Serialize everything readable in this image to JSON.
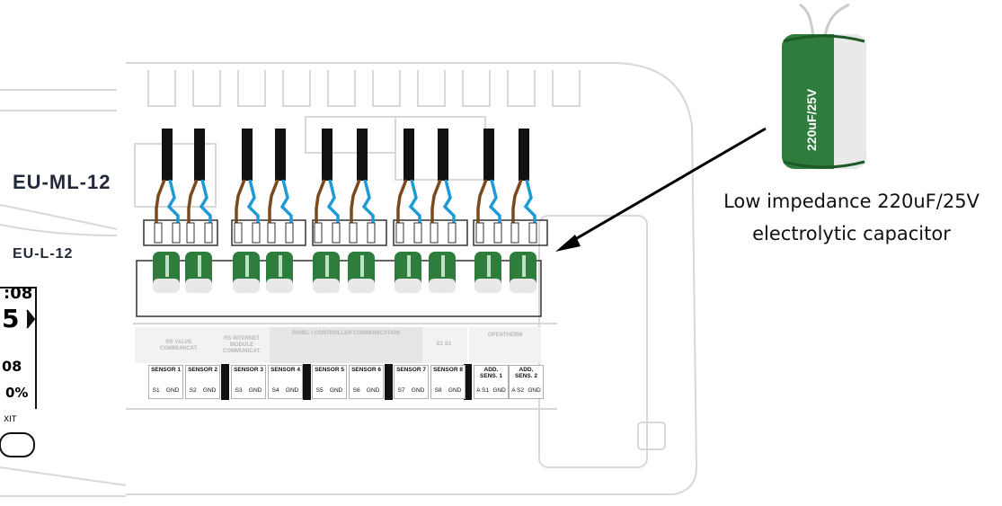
{
  "device": {
    "model_primary": "EU-ML-12",
    "model_secondary": "EU-L-12",
    "screen_fragments": [
      ":08",
      "5",
      "08",
      "0%",
      "XIT"
    ]
  },
  "annotation": {
    "line1": "Low impedance 220uF/25V",
    "line2": "electrolytic capacitor",
    "capacitor_marking": "220uF/25V"
  },
  "section_labels": [
    "RS VALVE COMMUNICAT.",
    "RS INTERNET MODULE COMMUNICAT.",
    "PANEL / CONTROLLER COMMUNICATION",
    "E1 S1",
    "OPENTHERM"
  ],
  "terminals": [
    {
      "name": "SENSOR 1",
      "pins": [
        "S1",
        "GND"
      ]
    },
    {
      "name": "SENSOR 2",
      "pins": [
        "S2",
        "GND"
      ]
    },
    {
      "name": "SENSOR 3",
      "pins": [
        "S3",
        "GND"
      ]
    },
    {
      "name": "SENSOR 4",
      "pins": [
        "S4",
        "GND"
      ]
    },
    {
      "name": "SENSOR 5",
      "pins": [
        "S5",
        "GND"
      ]
    },
    {
      "name": "SENSOR 6",
      "pins": [
        "S6",
        "GND"
      ]
    },
    {
      "name": "SENSOR 7",
      "pins": [
        "S7",
        "GND"
      ]
    },
    {
      "name": "SENSOR 8",
      "pins": [
        "S8",
        "GND"
      ]
    },
    {
      "name": "ADD. SENS. 1",
      "pins": [
        "A S1",
        "GND"
      ]
    },
    {
      "name": "ADD. SENS. 2",
      "pins": [
        "A S2",
        "GND"
      ]
    }
  ],
  "colors": {
    "capacitor_green": "#2e7d3c",
    "wire_brown": "#7a4a1e",
    "wire_blue": "#1e9ad6",
    "cable_black": "#111111",
    "outline_gray": "#d6d6d6"
  }
}
